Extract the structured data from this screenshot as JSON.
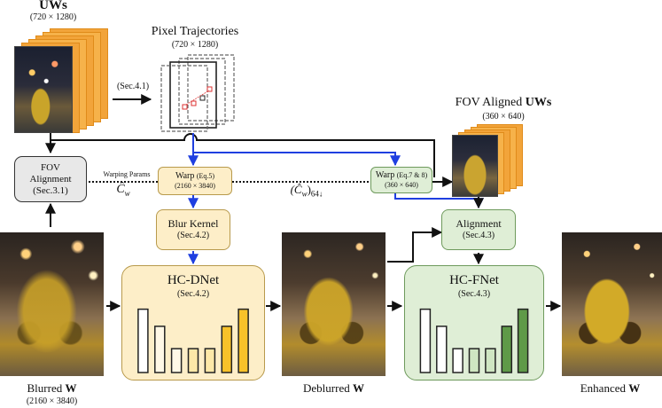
{
  "uws": {
    "title": "UWs",
    "size": "(720 × 1280)",
    "sec_label": "(Sec.4.1)"
  },
  "pixel_traj": {
    "title": "Pixel Trajectories",
    "size": "(720 × 1280)"
  },
  "fov_aligned": {
    "title_prefix": "FOV Aligned ",
    "title_bold": "UWs",
    "size": "(360 × 640)"
  },
  "fov_alignment": {
    "line1": "FOV",
    "line2": "Alignment",
    "sec": "(Sec.3.1)"
  },
  "warping_params": {
    "label": "Warping Params",
    "symbol": "Ĉ",
    "symbol_sub": "w",
    "symbol2": "(Ĉ",
    "symbol2_sub": "w",
    "symbol2_tail": ")",
    "symbol2_down": "64↓"
  },
  "warp1": {
    "label": "Warp",
    "ref": "(Eq.5)",
    "size": "(2160 × 3840)"
  },
  "warp2": {
    "label": "Warp",
    "ref": "(Eq.7 & 8)",
    "size": "(360 × 640)"
  },
  "blur_kernel": {
    "label": "Blur Kernel",
    "sec": "(Sec.4.2)"
  },
  "alignment": {
    "label": "Alignment",
    "sec": "(Sec.4.3)"
  },
  "hc_dnet": {
    "label": "HC-DNet",
    "sec": "(Sec.4.2)",
    "bars": [
      0.85,
      0.62,
      0.32,
      0.32,
      0.32,
      0.62,
      0.85
    ]
  },
  "hc_fnet": {
    "label": "HC-FNet",
    "sec": "(Sec.4.3)",
    "bars": [
      0.85,
      0.62,
      0.32,
      0.32,
      0.32,
      0.62,
      0.85
    ]
  },
  "blurred": {
    "prefix": "Blurred ",
    "bold": "W",
    "size": "(2160 × 3840)"
  },
  "deblurred": {
    "prefix": "Deblurred ",
    "bold": "W"
  },
  "enhanced": {
    "prefix": "Enhanced ",
    "bold": "W"
  },
  "colors": {
    "blue_arrow": "#1f3fe0",
    "dnet_fill": "#fdeec8",
    "dnet_border": "#b89a4c",
    "fnet_fill": "#dfeed6",
    "fnet_border": "#6e9a5c",
    "gray_fill": "#e8e8e8"
  }
}
